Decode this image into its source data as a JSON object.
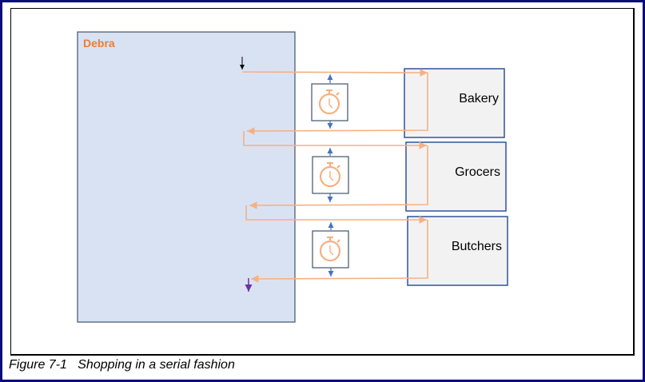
{
  "figure": {
    "caption": "Figure 7-1   Shopping in a serial fashion"
  },
  "actor": {
    "label": "Debra"
  },
  "shops": [
    {
      "label": "Bakery",
      "icon": "stopwatch-icon"
    },
    {
      "label": "Grocers",
      "icon": "stopwatch-icon"
    },
    {
      "label": "Butchers",
      "icon": "stopwatch-icon"
    }
  ],
  "colors": {
    "frame_border": "#0b0b7a",
    "actor_fill": "#d9e2f3",
    "actor_border": "#44546a",
    "actor_label": "#ed7d31",
    "flow_line": "#f4b183",
    "shop_fill": "#f2f2f2",
    "shop_border": "#2f5597",
    "timer_arrow": "#4472c4",
    "end_arrow": "#7030a0"
  }
}
